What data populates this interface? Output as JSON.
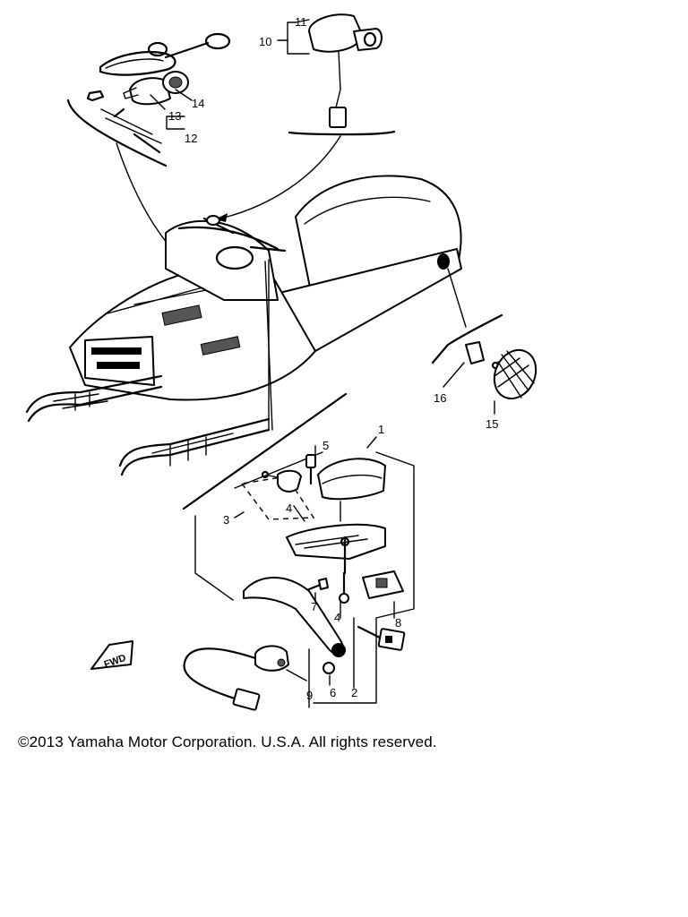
{
  "callouts": {
    "c1": "1",
    "c2": "2",
    "c3": "3",
    "c4": "4",
    "c5": "5",
    "c6": "6",
    "c7": "7",
    "c8": "8",
    "c9": "9",
    "c10": "10",
    "c11": "11",
    "c12": "12",
    "c13": "13",
    "c14": "14",
    "c15": "15",
    "c16": "16"
  },
  "fwd_mark": "FWD",
  "copyright": "©2013 Yamaha Motor Corporation. U.S.A. All rights reserved."
}
